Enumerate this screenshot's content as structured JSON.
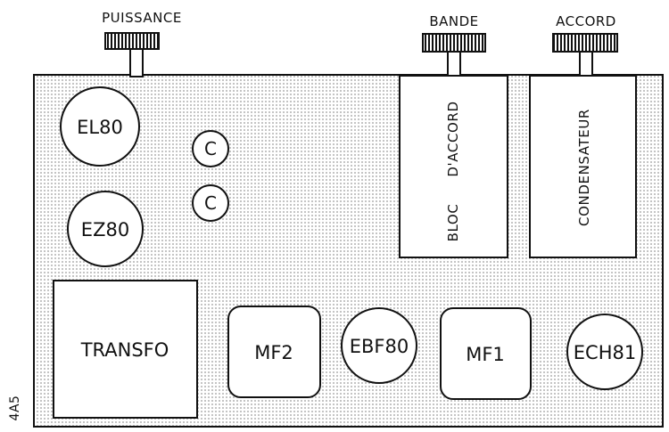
{
  "knobs": {
    "puissance": "PUISSANCE",
    "bande": "BANDE",
    "accord": "ACCORD"
  },
  "tubes": {
    "el80": "EL80",
    "ez80": "EZ80",
    "ebf80": "EBF80",
    "ech81": "ECH81"
  },
  "capacitors": {
    "c1": "C",
    "c2": "C"
  },
  "blocks": {
    "bloc_line1": "BLOC",
    "bloc_line2": "D'ACCORD",
    "condensateur": "CONDENSATEUR",
    "transfo": "TRANSFO",
    "mf2": "MF2",
    "mf1": "MF1"
  },
  "side_label": "4A5",
  "colors": {
    "ink": "#111111",
    "chassis_dot": "#9a9a9a",
    "paper": "#ffffff"
  }
}
